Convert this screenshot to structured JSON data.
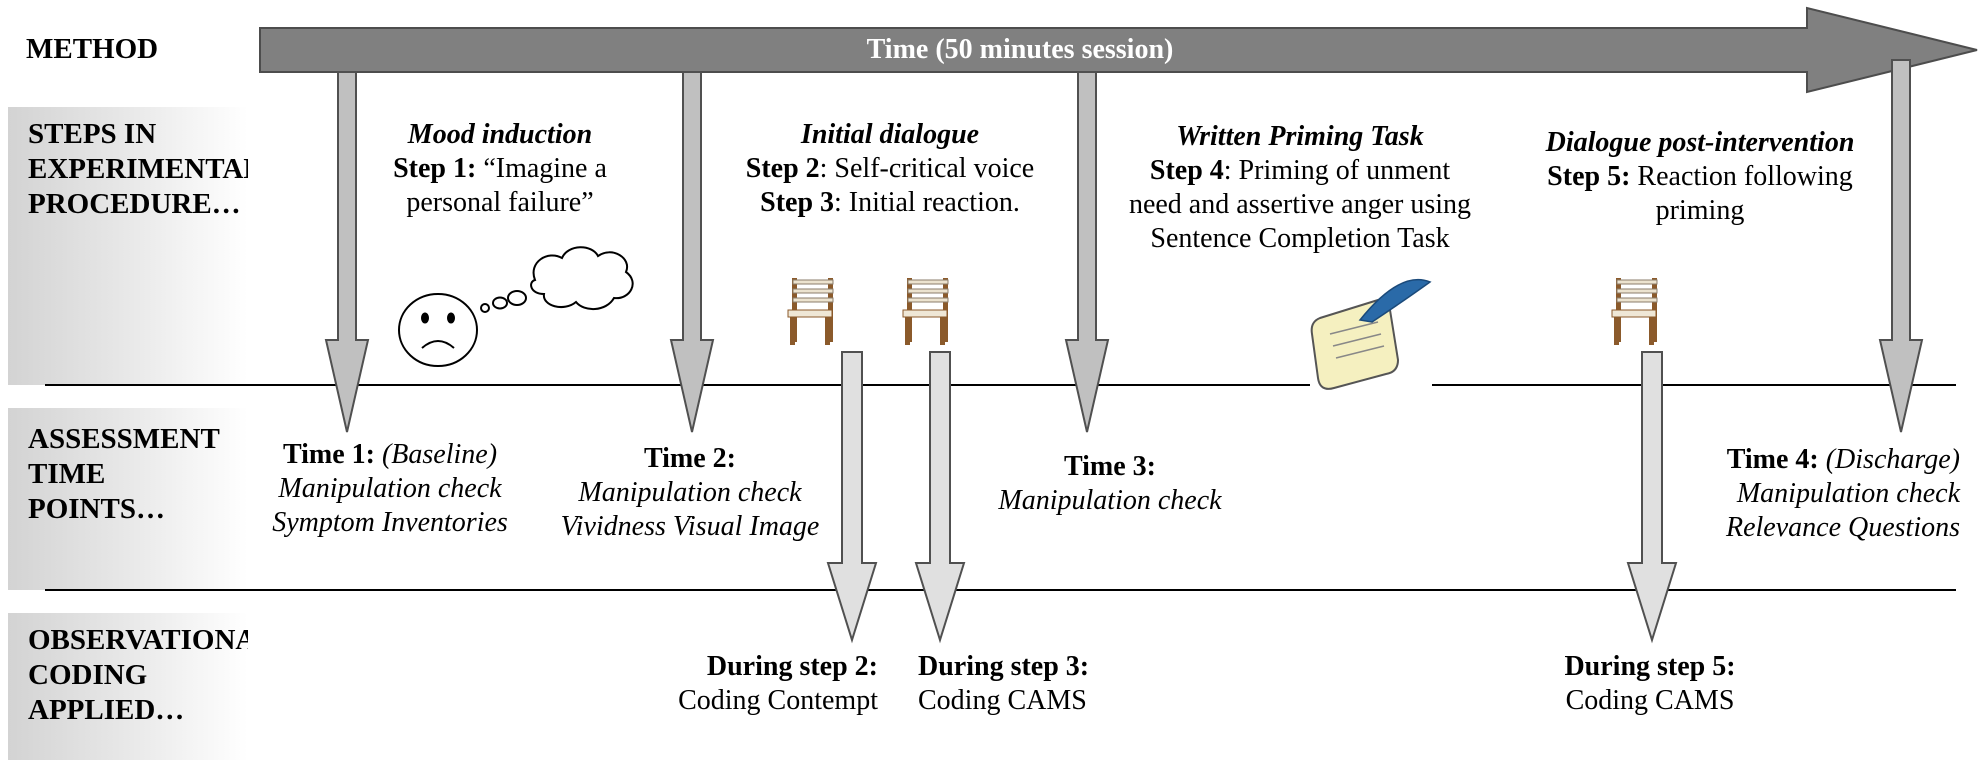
{
  "rows": {
    "method": "METHOD",
    "steps": "STEPS IN\nEXPERIMENTAL\nPROCEDURE…",
    "assessment": "ASSESSMENT\nTIME\nPOINTS…",
    "observational": "OBSERVATIONAL\nCODING APPLIED…"
  },
  "timeline": {
    "label": "Time (50 minutes session)"
  },
  "steps": {
    "mood": {
      "title": "Mood induction",
      "step_label": "Step 1:",
      "line1": " “Imagine a",
      "line2": "personal failure”"
    },
    "initial": {
      "title": "Initial dialogue",
      "s2_label": "Step 2",
      "s2_text": ": Self-critical voice",
      "s3_label": "Step 3",
      "s3_text": ": Initial reaction."
    },
    "written": {
      "title": "Written Priming Task",
      "s4_label": "Step 4",
      "line1": ": Priming of unment",
      "line2": "need and assertive anger using",
      "line3": "Sentence Completion Task"
    },
    "post": {
      "title": "Dialogue post-intervention",
      "s5_label": "Step 5:",
      "line1": " Reaction following",
      "line2": "priming"
    }
  },
  "assessments": {
    "t1": {
      "label": "Time 1:",
      "paren": " (Baseline)",
      "line2": "Manipulation check",
      "line3": "Symptom Inventories"
    },
    "t2": {
      "label": "Time 2:",
      "line2": "Manipulation check",
      "line3": "Vividness Visual Image"
    },
    "t3": {
      "label": "Time 3:",
      "line2": "Manipulation check"
    },
    "t4": {
      "label": "Time 4:",
      "paren": " (Discharge)",
      "line2": "Manipulation check",
      "line3": "Relevance Questions"
    }
  },
  "coding": {
    "s2": {
      "label": "During step 2:",
      "text": "Coding Contempt"
    },
    "s3": {
      "label": "During step 3:",
      "text": "Coding CAMS"
    },
    "s5": {
      "label": "During step 5:",
      "text": "Coding CAMS"
    }
  },
  "icons": [
    "sad-face-icon",
    "thought-bubble-icon",
    "chair-icon",
    "scroll-quill-icon"
  ],
  "colors": {
    "timeline_arrow": "#808080",
    "down_arrow": "#c0c0c0",
    "label_bg": "#d3d3d3"
  }
}
